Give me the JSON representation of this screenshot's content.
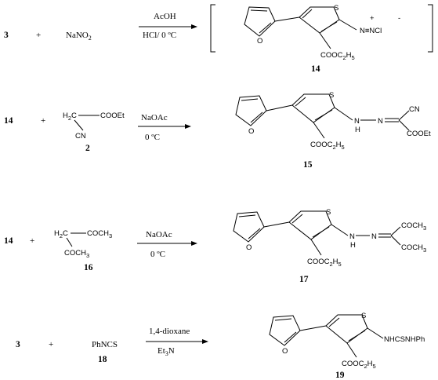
{
  "reactions": [
    {
      "reactant1": "3",
      "plus": "+",
      "reactant2": "NaNO",
      "reactant2_sub": "2",
      "reagent_top": "AcOH",
      "reagent_bottom": "HCl/ 0 ºC",
      "product": {
        "label": "14",
        "ester": "COOC",
        "ester_sub": "2",
        "ester_tail": "H",
        "ester_sub2": "5",
        "S": "S",
        "O": "O",
        "side_group": "N≡NCl",
        "charge_plus": "+",
        "charge_minus": "-"
      }
    },
    {
      "reactant1": "14",
      "plus": "+",
      "reactant2_top_left": "H",
      "reactant2_top_left_sub": "2",
      "reactant2_top_left_tail": "C",
      "reactant2_top_right": "COOEt",
      "reactant2_bottom": "CN",
      "reactant2_label": "2",
      "reagent_top": "NaOAc",
      "reagent_bottom": "0 ºC",
      "product": {
        "label": "15",
        "ester": "COOC",
        "ester_sub": "2",
        "ester_tail": "H",
        "ester_sub2": "5",
        "S": "S",
        "O": "O",
        "NH": "N",
        "H": "H",
        "N": "N",
        "top_group": "CN",
        "bottom_group": "COOEt"
      }
    },
    {
      "reactant1": "14",
      "plus": "+",
      "reactant2_top_left": "H",
      "reactant2_top_left_sub": "2",
      "reactant2_top_left_tail": "C",
      "reactant2_top_right": "COCH",
      "reactant2_top_right_sub": "3",
      "reactant2_bottom": "COCH",
      "reactant2_bottom_sub": "3",
      "reactant2_label": "16",
      "reagent_top": "NaOAc",
      "reagent_bottom": "0 ºC",
      "product": {
        "label": "17",
        "ester": "COOC",
        "ester_sub": "2",
        "ester_tail": "H",
        "ester_sub2": "5",
        "S": "S",
        "O": "O",
        "NH": "N",
        "H": "H",
        "N": "N",
        "top_group": "COCH",
        "top_group_sub": "3",
        "bottom_group": "COCH",
        "bottom_group_sub": "3"
      }
    },
    {
      "reactant1": "3",
      "plus": "+",
      "reactant2": "PhNCS",
      "reactant2_label": "18",
      "reagent_top": "1,4-dioxane",
      "reagent_bottom": "Et",
      "reagent_bottom_sub": "3",
      "reagent_bottom_tail": "N",
      "product": {
        "label": "19",
        "ester": "COOC",
        "ester_sub": "2",
        "ester_tail": "H",
        "ester_sub2": "5",
        "S": "S",
        "O": "O",
        "side_group": "NHCSNHPh"
      }
    }
  ],
  "brackets": {
    "left": "[",
    "right": "]"
  }
}
